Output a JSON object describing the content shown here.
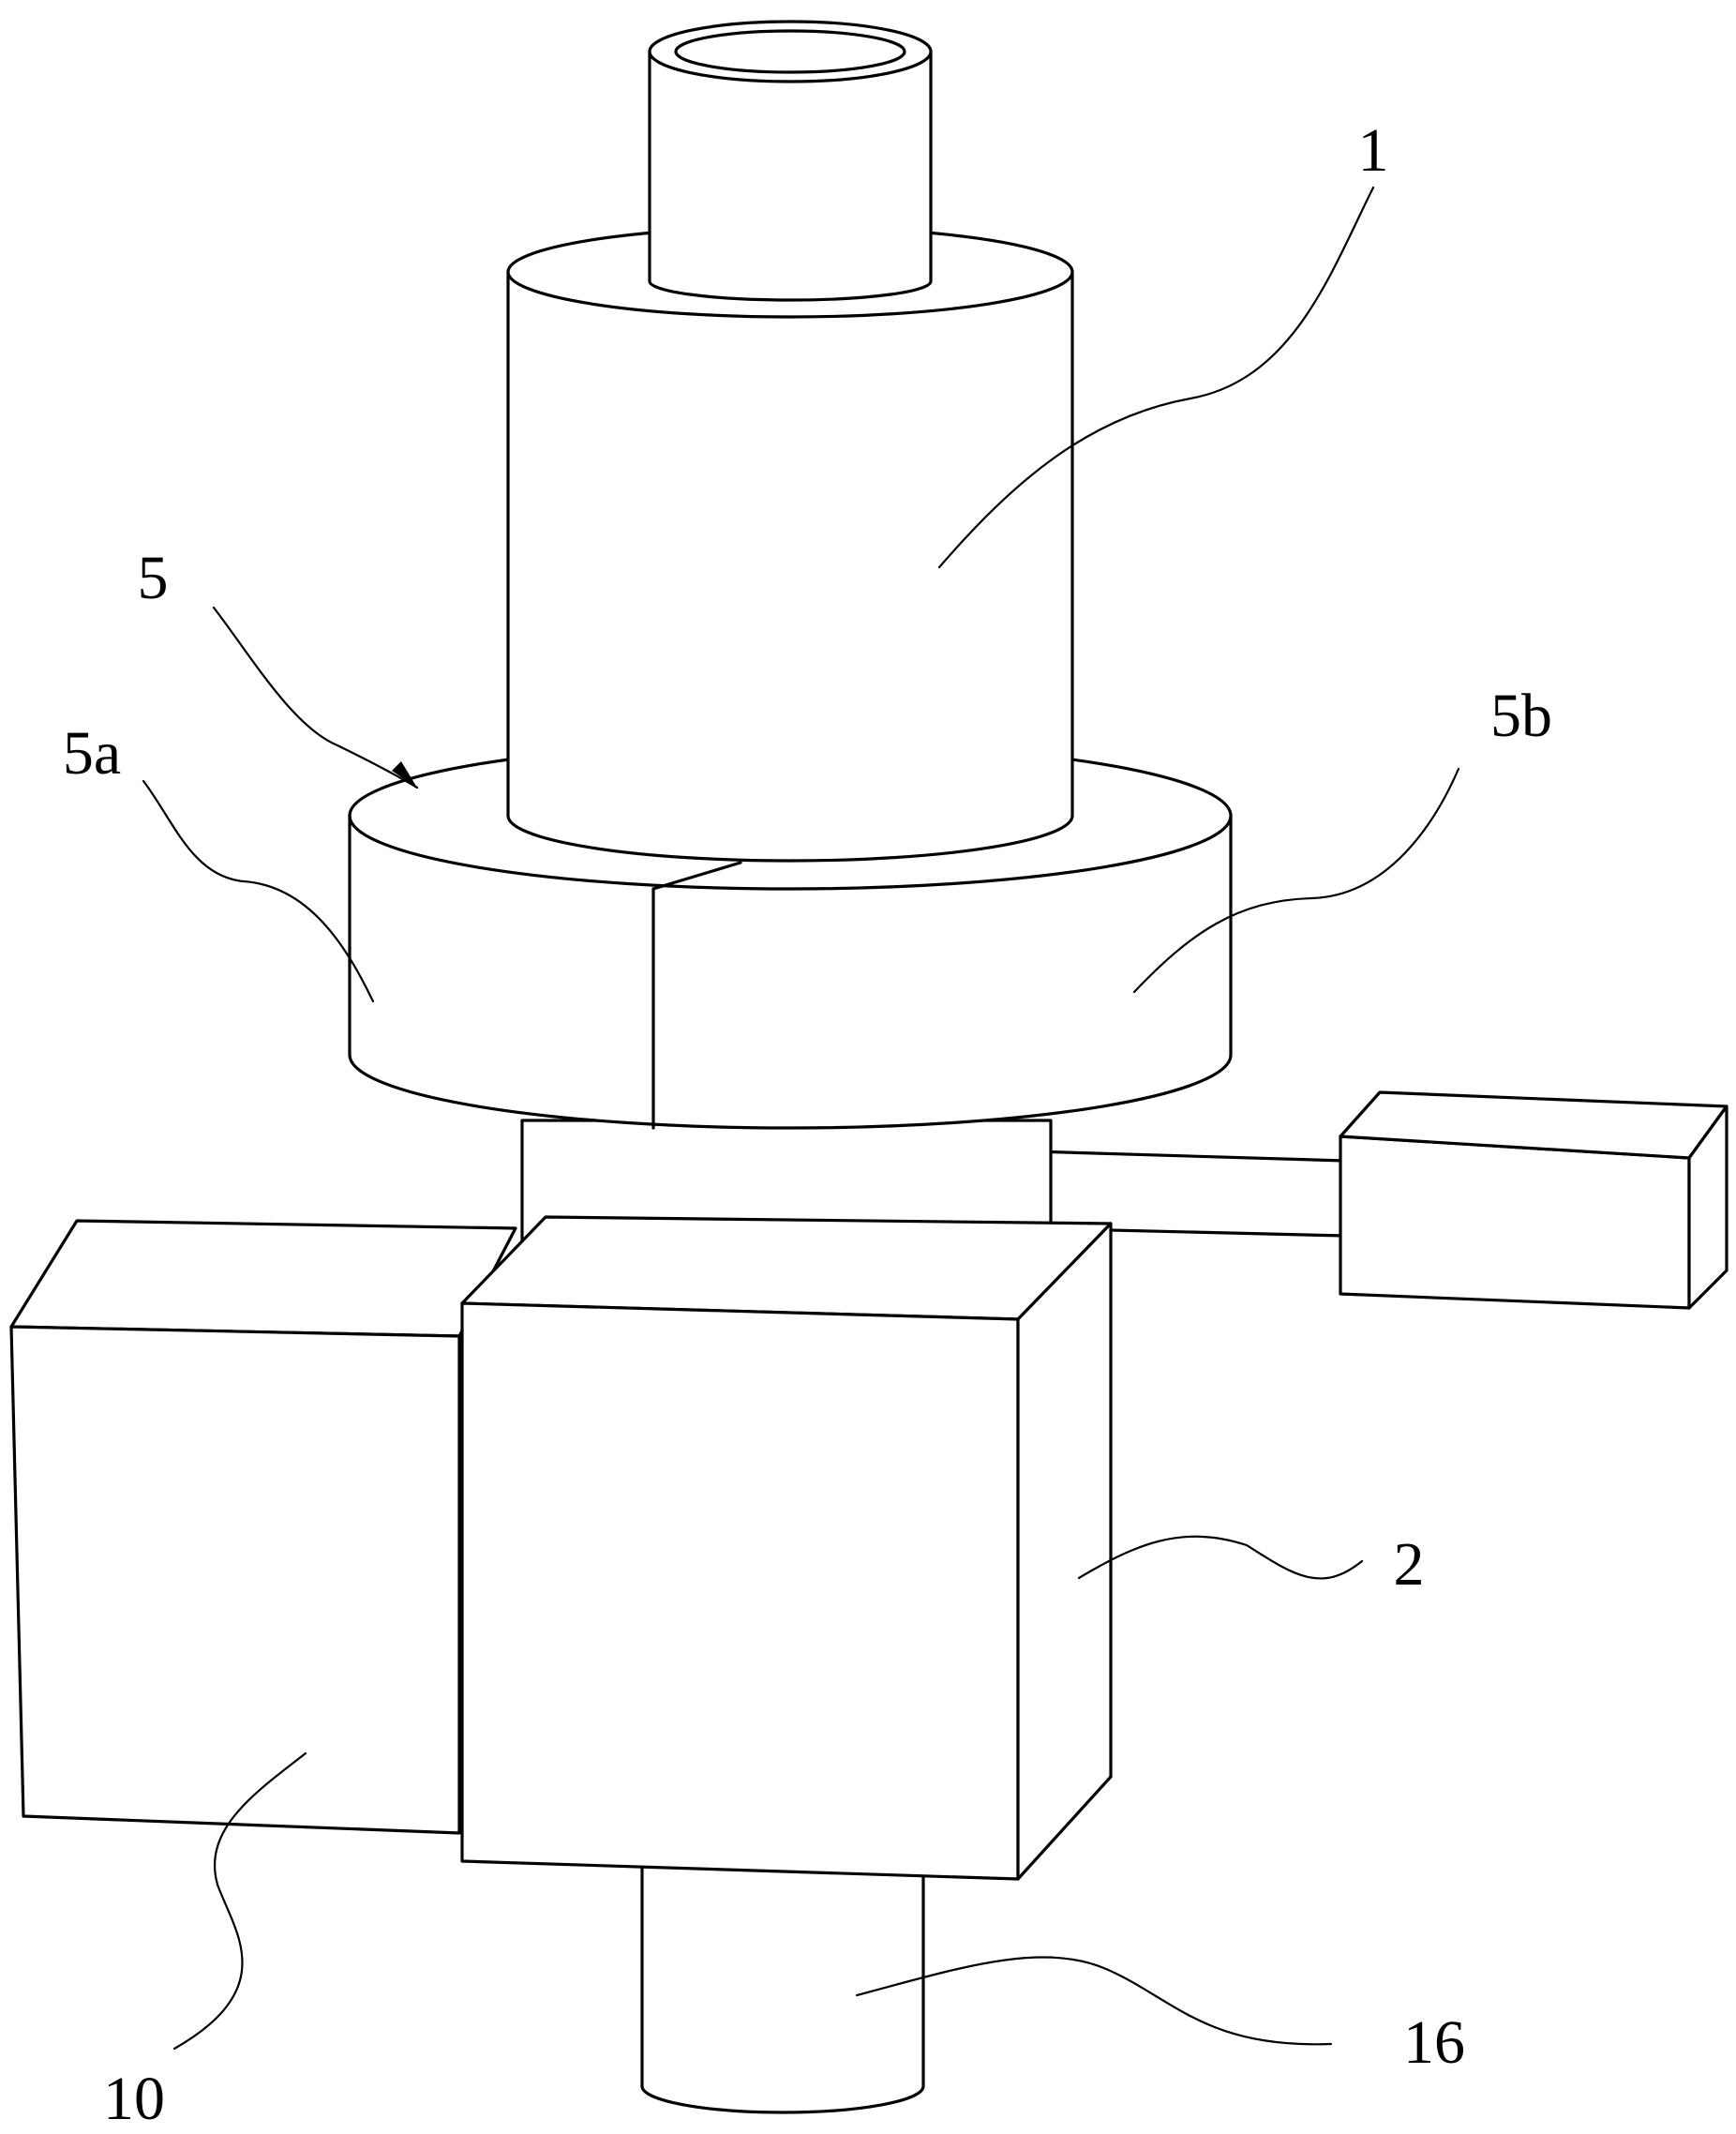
{
  "figure": {
    "labels": {
      "part_1": "1",
      "part_5": "5",
      "part_5a": "5a",
      "part_5b": "5b",
      "part_2": "2",
      "part_10": "10",
      "part_16": "16"
    }
  }
}
